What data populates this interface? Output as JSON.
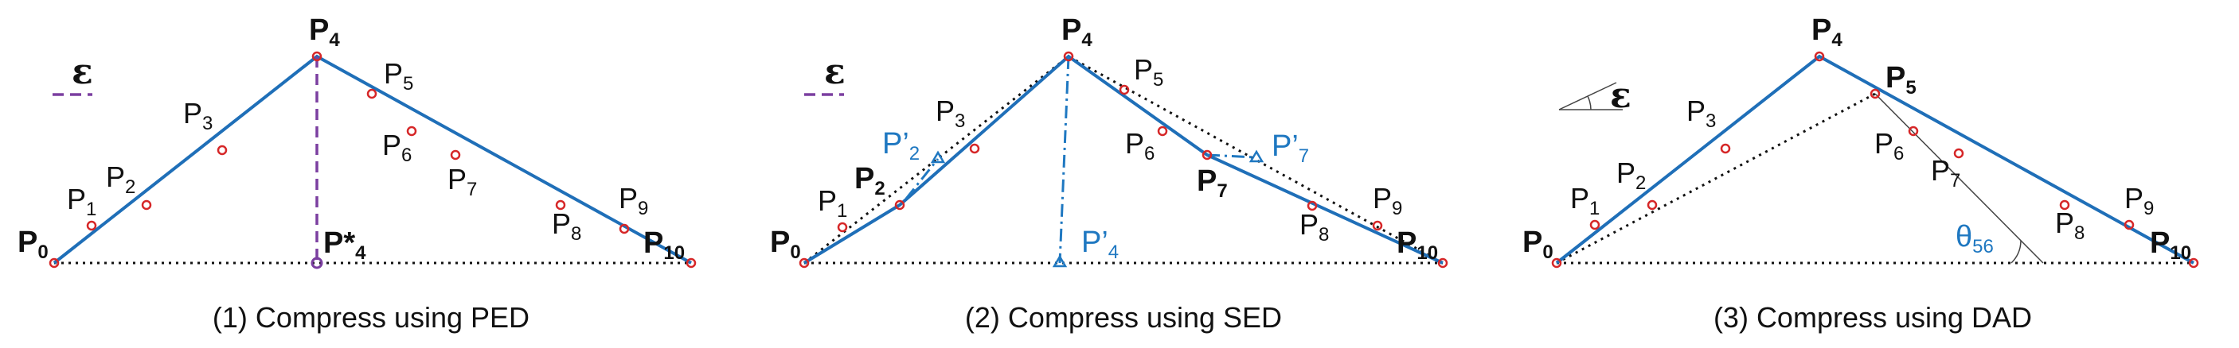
{
  "panels": [
    {
      "caption": "(1) Compress using PED",
      "epsilon": "ε",
      "labels": {
        "p0": "P",
        "p0_sub": "0",
        "p1": "P",
        "p1_sub": "1",
        "p2": "P",
        "p2_sub": "2",
        "p3": "P",
        "p3_sub": "3",
        "p4": "P",
        "p4_sub": "4",
        "p5": "P",
        "p5_sub": "5",
        "p6": "P",
        "p6_sub": "6",
        "p7": "P",
        "p7_sub": "7",
        "p8": "P",
        "p8_sub": "8",
        "p9": "P",
        "p9_sub": "9",
        "p10": "P",
        "p10_sub": "10",
        "pstar4": "P*",
        "pstar4_sub": "4"
      }
    },
    {
      "caption": "(2) Compress using SED",
      "epsilon": "ε",
      "labels": {
        "p0": "P",
        "p0_sub": "0",
        "p1": "P",
        "p1_sub": "1",
        "p2": "P",
        "p2_sub": "2",
        "p3": "P",
        "p3_sub": "3",
        "p4": "P",
        "p4_sub": "4",
        "p5": "P",
        "p5_sub": "5",
        "p6": "P",
        "p6_sub": "6",
        "p7": "P",
        "p7_sub": "7",
        "p8": "P",
        "p8_sub": "8",
        "p9": "P",
        "p9_sub": "9",
        "p10": "P",
        "p10_sub": "10",
        "pprime2": "P’",
        "pprime2_sub": "2",
        "pprime4": "P’",
        "pprime4_sub": "4",
        "pprime7": "P’",
        "pprime7_sub": "7"
      }
    },
    {
      "caption": "(3) Compress using DAD",
      "epsilon": "ε",
      "labels": {
        "p0": "P",
        "p0_sub": "0",
        "p1": "P",
        "p1_sub": "1",
        "p2": "P",
        "p2_sub": "2",
        "p3": "P",
        "p3_sub": "3",
        "p4": "P",
        "p4_sub": "4",
        "p5": "P",
        "p5_sub": "5",
        "p6": "P",
        "p6_sub": "6",
        "p7": "P",
        "p7_sub": "7",
        "p8": "P",
        "p8_sub": "8",
        "p9": "P",
        "p9_sub": "9",
        "p10": "P",
        "p10_sub": "10",
        "theta": "θ",
        "theta_sub": "56"
      }
    }
  ],
  "colors": {
    "trajectory": "#1f6fb8",
    "point": "#d62728",
    "projection": "#1f78c1",
    "ped_distance": "#7b3fa0"
  }
}
